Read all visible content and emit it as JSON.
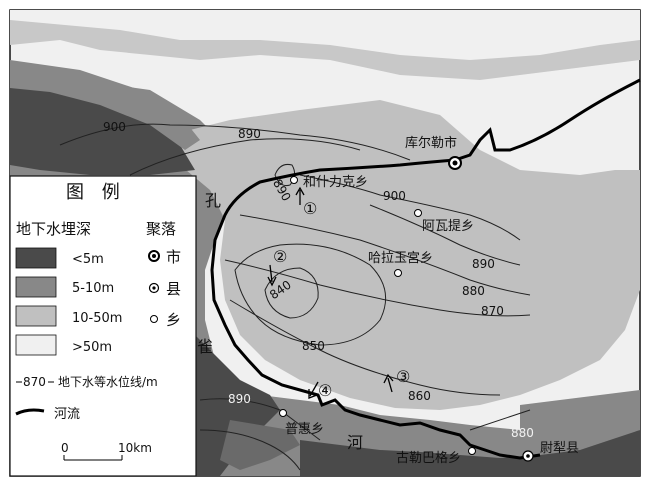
{
  "map": {
    "places": {
      "korla": "库尔勒市",
      "heshilike": "和什力克乡",
      "awati": "阿瓦提乡",
      "halayuqun": "哈拉玉宫乡",
      "puhui": "普惠乡",
      "gulebage": "古勒巴格乡",
      "yuli": "尉犁县"
    },
    "river_name": [
      "孔",
      "雀",
      "河"
    ],
    "isolines": [
      "900",
      "890",
      "880",
      "870",
      "860",
      "850",
      "840",
      "890",
      "900",
      "890",
      "890",
      "880"
    ],
    "markers": [
      "①",
      "②",
      "③",
      "④"
    ]
  },
  "legend": {
    "title": "图  例",
    "depth_heading": "地下水埋深",
    "settlement_heading": "聚落",
    "depth_classes": [
      {
        "label": "<5m",
        "color": "#4a4a4a"
      },
      {
        "label": "5-10m",
        "color": "#888888"
      },
      {
        "label": "10-50m",
        "color": "#c0c0c0"
      },
      {
        "label": ">50m",
        "color": "#f0f0f0"
      }
    ],
    "settlements": [
      "市",
      "县",
      "乡"
    ],
    "isoline_sample": "870",
    "isoline_label": "地下水等水位线/m",
    "river_label": "河流"
  },
  "scale": {
    "start": "0",
    "end": "10km"
  }
}
